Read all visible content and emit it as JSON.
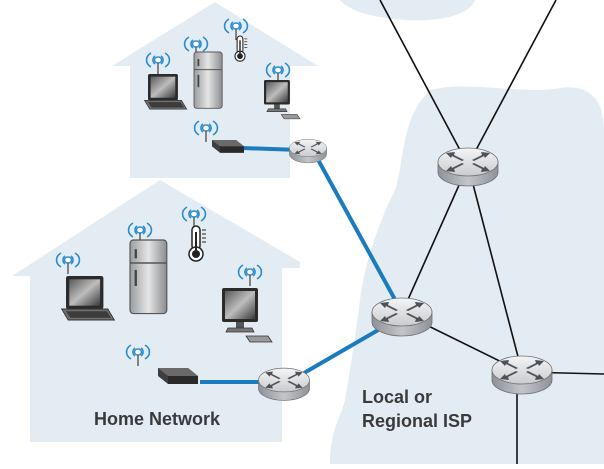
{
  "labels": {
    "home_network": "Home Network",
    "isp_line1": "Local or",
    "isp_line2": "Regional ISP"
  },
  "colors": {
    "house_fill": "#e4ecf3",
    "isp_fill": "#e4ecf3",
    "access_link": "#1a7bbf",
    "core_link": "#111111",
    "router_body": "#c7c9cc",
    "label_text": "#3a3a3a"
  },
  "icons": [
    "router-icon",
    "laptop-icon",
    "refrigerator-icon",
    "thermometer-icon",
    "desktop-computer-icon",
    "modem-icon",
    "wifi-signal-icon"
  ]
}
